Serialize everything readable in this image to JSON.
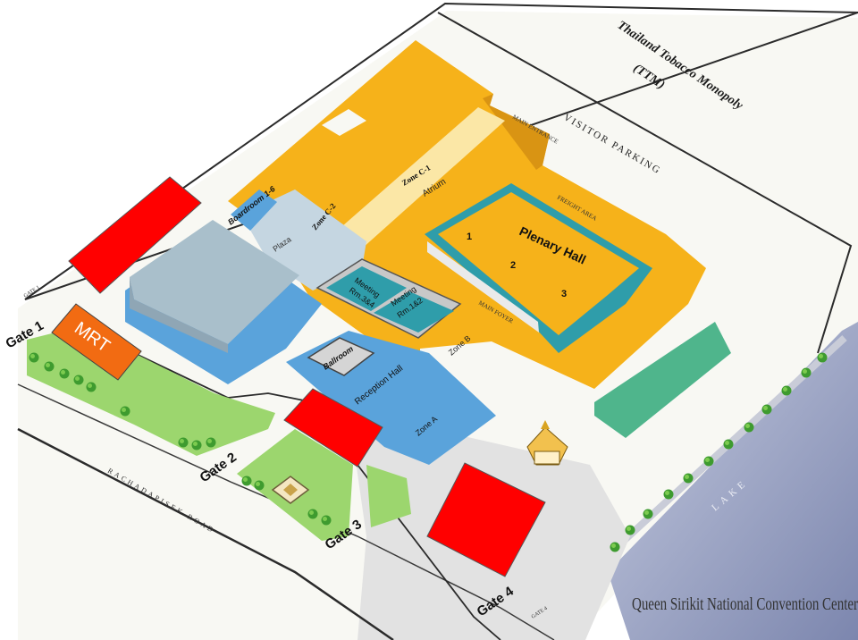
{
  "header": {
    "line1": "Thailand Tobacco Monopoly",
    "line2": "(TTM)"
  },
  "labels": {
    "visitor_parking": "VISITOR PARKING",
    "main_entrance": "MAIN ENTRANCE",
    "freight_area": "FREIGHT AREA",
    "main_foyer": "MAIN FOYER",
    "rachadapisek_road": "RACHADAPISEK ROAD",
    "lake": "LAKE",
    "footer": "Queen Sirikit National Convention Center",
    "gate1_small": "GATE 1",
    "gate4_small": "GATE 4"
  },
  "zones": {
    "boardroom": "Boardroom 1-6",
    "zone_c2": "Zone C-2",
    "zone_c1": "Zone C-1",
    "atrium": "Atrium",
    "plaza": "Plaza",
    "meeting_34_l1": "Meeting",
    "meeting_34_l2": "Rm.3&4",
    "meeting_12_l1": "Meeting",
    "meeting_12_l2": "Rm.1&2",
    "zone_b": "Zone B",
    "ballroom": "Ballroom",
    "reception_hall": "Reception Hall",
    "zone_a": "Zone A",
    "plenary_hall": "Plenary Hall",
    "plenary_1": "1",
    "plenary_2": "2",
    "plenary_3": "3"
  },
  "gates": {
    "mrt": "MRT",
    "gate1": "Gate 1",
    "gate2": "Gate 2",
    "gate3": "Gate 3",
    "gate4": "Gate 4"
  },
  "colors": {
    "building_yellow": "#F6B21A",
    "building_blue": "#5AA3DB",
    "building_teal": "#2F9DAA",
    "plaza_grey": "#A9BFCB",
    "marker_red": "#FF0000",
    "mrt_orange": "#F26B12",
    "lawn_green": "#9CD66E",
    "lake_blue": "#8A93B8",
    "garden_teal": "#4FB58C"
  }
}
